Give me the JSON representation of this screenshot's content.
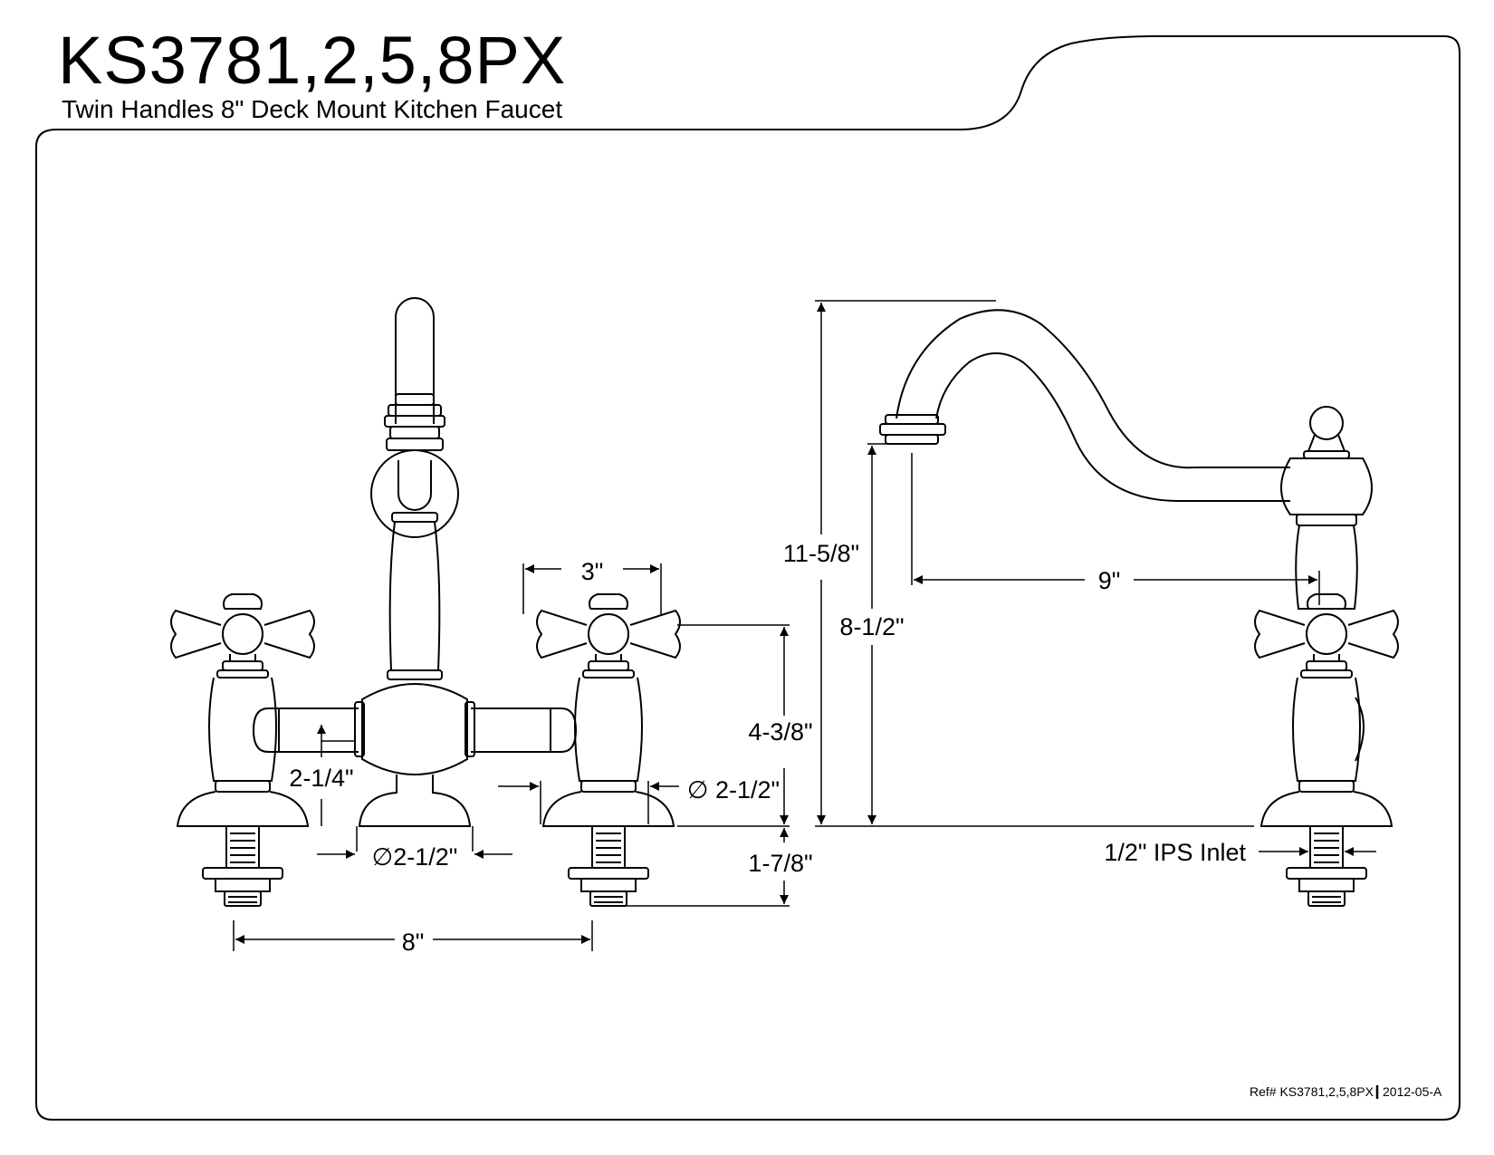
{
  "header": {
    "title": "KS3781,2,5,8PX",
    "subtitle": "Twin Handles 8\" Deck Mount Kitchen Faucet"
  },
  "dimensions": {
    "handle_spacing": "3\"",
    "base_diameter_left": "∅2-1/2\"",
    "base_diameter_right": "∅ 2-1/2\"",
    "spout_base_height": "2-1/4\"",
    "handle_height": "4-3/8\"",
    "shank_length": "1-7/8\"",
    "center_spread": "8\"",
    "overall_height": "11-5/8\"",
    "spout_height": "8-1/2\"",
    "spout_reach": "9\"",
    "inlet": "1/2\" IPS Inlet"
  },
  "footer": {
    "ref": "Ref# KS3781,2,5,8PX",
    "revision": "2012-05-A"
  },
  "colors": {
    "line": "#000000",
    "background": "#ffffff"
  }
}
